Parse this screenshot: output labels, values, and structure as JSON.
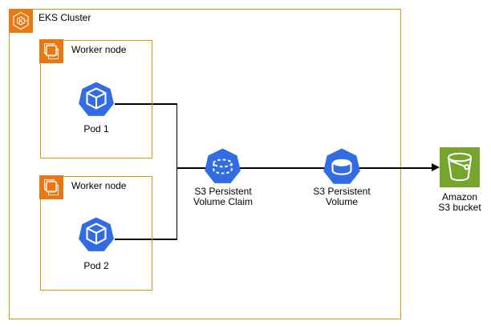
{
  "colors": {
    "group_border_orange": "#D79B00",
    "icon_orange": "#E97812",
    "kubernetes_blue": "#326CE5",
    "s3_green": "#76A42C",
    "connector_black": "#000000",
    "label_black": "#000000",
    "icon_glyph_white": "#FFFFFF",
    "canvas_white": "#FFFFFF"
  },
  "diagram": {
    "eks_cluster": {
      "label": "EKS Cluster",
      "icon": "eks-kubernetes-icon"
    },
    "worker_node_1": {
      "label": "Worker node",
      "icon": "compute-chip-icon"
    },
    "worker_node_2": {
      "label": "Worker node",
      "icon": "compute-chip-icon"
    },
    "pod_1": {
      "label": "Pod 1",
      "icon": "kubernetes-pod-icon"
    },
    "pod_2": {
      "label": "Pod 2",
      "icon": "kubernetes-pod-icon"
    },
    "pvc": {
      "label": "S3 Persistent\nVolume Claim",
      "icon": "persistent-volume-claim-icon"
    },
    "pv": {
      "label": "S3 Persistent\nVolume",
      "icon": "persistent-volume-icon"
    },
    "s3_bucket": {
      "label": "Amazon\nS3 bucket",
      "icon": "s3-bucket-icon"
    },
    "connections": [
      {
        "from": "Pod 1",
        "to": "S3 Persistent Volume Claim",
        "arrow": false
      },
      {
        "from": "Pod 2",
        "to": "S3 Persistent Volume Claim",
        "arrow": false
      },
      {
        "from": "S3 Persistent Volume Claim",
        "to": "S3 Persistent Volume",
        "arrow": false
      },
      {
        "from": "S3 Persistent Volume",
        "to": "Amazon S3 bucket",
        "arrow": true
      }
    ]
  }
}
